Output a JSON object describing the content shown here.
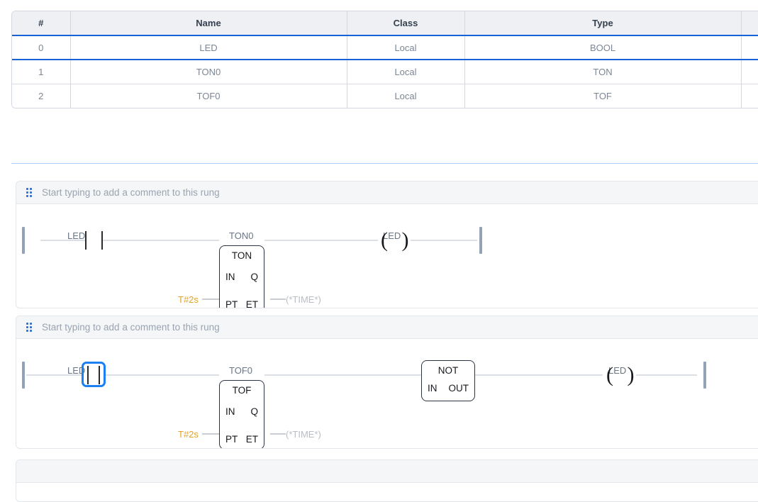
{
  "variables_table": {
    "columns": [
      "#",
      "Name",
      "Class",
      "Type",
      ""
    ],
    "rows": [
      {
        "index": "0",
        "name": "LED",
        "class": "Local",
        "type": "BOOL",
        "selected": true
      },
      {
        "index": "1",
        "name": "TON0",
        "class": "Local",
        "type": "TON",
        "selected": false
      },
      {
        "index": "2",
        "name": "TOF0",
        "class": "Local",
        "type": "TOF",
        "selected": false
      }
    ]
  },
  "colors": {
    "accent_blue": "#1663d6",
    "selection_blue": "#1c7ff2",
    "divider_blue": "#a8cdf2",
    "rail_gray": "#94a2b8",
    "literal_orange": "#e3a326",
    "muted_text": "#9aa4b1"
  },
  "rungs": [
    {
      "comment_placeholder": "Start typing to add a comment to this rung",
      "drag_handle_icon": "drag-dots-icon",
      "elements": {
        "contact": {
          "label": "LED",
          "type": "contact-normally-open",
          "selected": false
        },
        "block": {
          "instance_name": "TON0",
          "name": "TON",
          "inputs": [
            "IN",
            "PT"
          ],
          "outputs": [
            "Q",
            "ET"
          ],
          "pt_literal": "T#2s",
          "et_output": "(*TIME*)"
        },
        "coil": {
          "label": "LED",
          "glyph": "( )",
          "type": "coil-output"
        }
      }
    },
    {
      "comment_placeholder": "Start typing to add a comment to this rung",
      "drag_handle_icon": "drag-dots-icon",
      "elements": {
        "contact": {
          "label": "LED",
          "type": "contact-normally-open",
          "selected": true
        },
        "block": {
          "instance_name": "TOF0",
          "name": "TOF",
          "inputs": [
            "IN",
            "PT"
          ],
          "outputs": [
            "Q",
            "ET"
          ],
          "pt_literal": "T#2s",
          "et_output": "(*TIME*)"
        },
        "not_block": {
          "name": "NOT",
          "inputs": [
            "IN"
          ],
          "outputs": [
            "OUT"
          ]
        },
        "coil": {
          "label": "LED",
          "glyph": "( )",
          "type": "coil-output"
        }
      }
    }
  ]
}
